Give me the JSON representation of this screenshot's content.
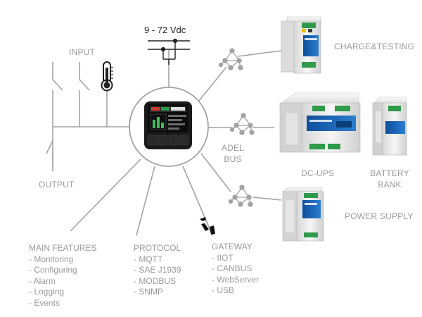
{
  "diagram": {
    "supply_voltage": "9 - 72 Vdc",
    "io": {
      "input_label": "INPUT",
      "output_label": "OUTPUT"
    },
    "bus": {
      "line1": "ADEL",
      "line2": "BUS"
    },
    "devices": {
      "charge_testing": "CHARGE&TESTING",
      "dc_ups": "DC-UPS",
      "battery_line1": "BATTERY",
      "battery_line2": "BANK",
      "power_supply": "POWER SUPPLY"
    },
    "main_features": {
      "title": "MAIN FEATURES",
      "items": [
        "- Monitoring",
        "- Configuring",
        "- Alarm",
        "- Logging",
        "- Events"
      ]
    },
    "protocol": {
      "title": "PROTOCOL",
      "items": [
        "- MQTT",
        "- SAE J1939",
        "- MODBUS",
        "- SNMP"
      ]
    },
    "gateway": {
      "title": "GATEWAY",
      "items": [
        "- IIOT",
        "- CANBUS",
        "- WebServer",
        "- USB"
      ]
    },
    "colors": {
      "line": "#9e9e9e",
      "label": "#9a9a9a",
      "device_body": "#f2f2f2",
      "device_accent": "#1c64b4",
      "terminal_green": "#2e9a4a",
      "display_bezel": "#1a1a1a"
    },
    "icons": [
      "thermometer-icon",
      "network-node-icon",
      "gateway-logo-icon",
      "switch-contact-icon"
    ]
  }
}
